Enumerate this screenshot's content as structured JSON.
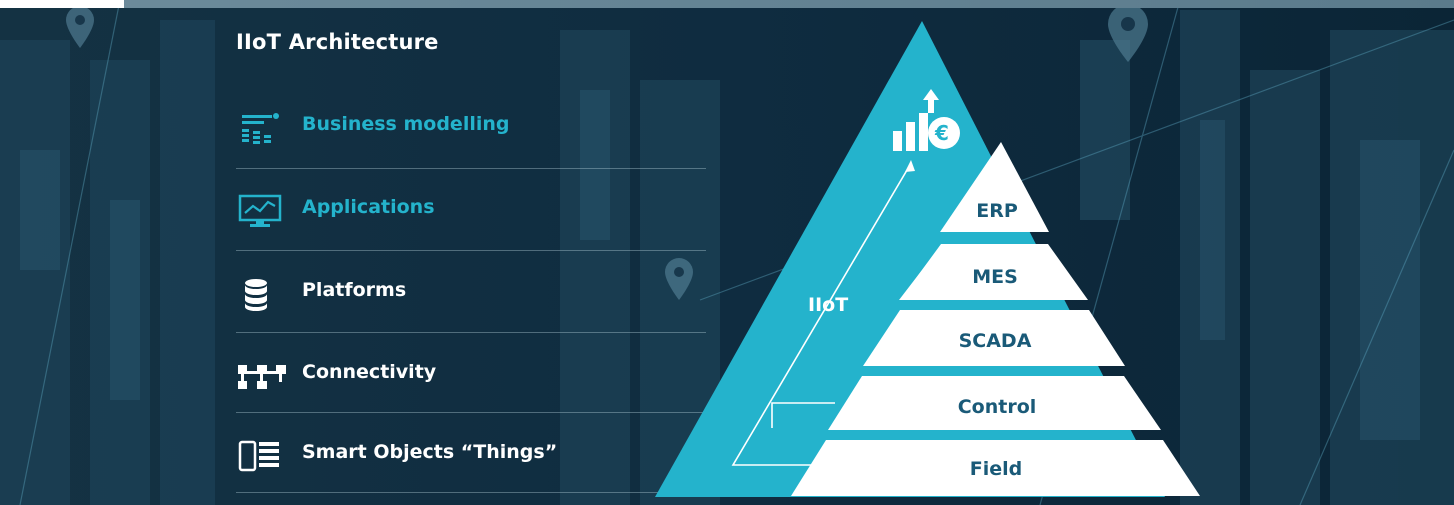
{
  "title": "IIoT Architecture",
  "layers": [
    {
      "label": "Business modelling",
      "icon": "business-modelling-icon",
      "highlighted": true
    },
    {
      "label": "Applications",
      "icon": "monitor-chart-icon",
      "highlighted": true
    },
    {
      "label": "Platforms",
      "icon": "database-icon",
      "highlighted": false
    },
    {
      "label": "Connectivity",
      "icon": "network-icon",
      "highlighted": false
    },
    {
      "label": "Smart Objects “Things”",
      "icon": "device-icon",
      "highlighted": false
    }
  ],
  "pyramid": {
    "iiot_label": "IIoT",
    "top_icon": "chart-euro-icon",
    "levels": [
      "ERP",
      "MES",
      "SCADA",
      "Control",
      "Field"
    ]
  },
  "colors": {
    "accent": "#24b3cc",
    "text_dark": "#1a5a78",
    "background": "#0d2a3c"
  }
}
